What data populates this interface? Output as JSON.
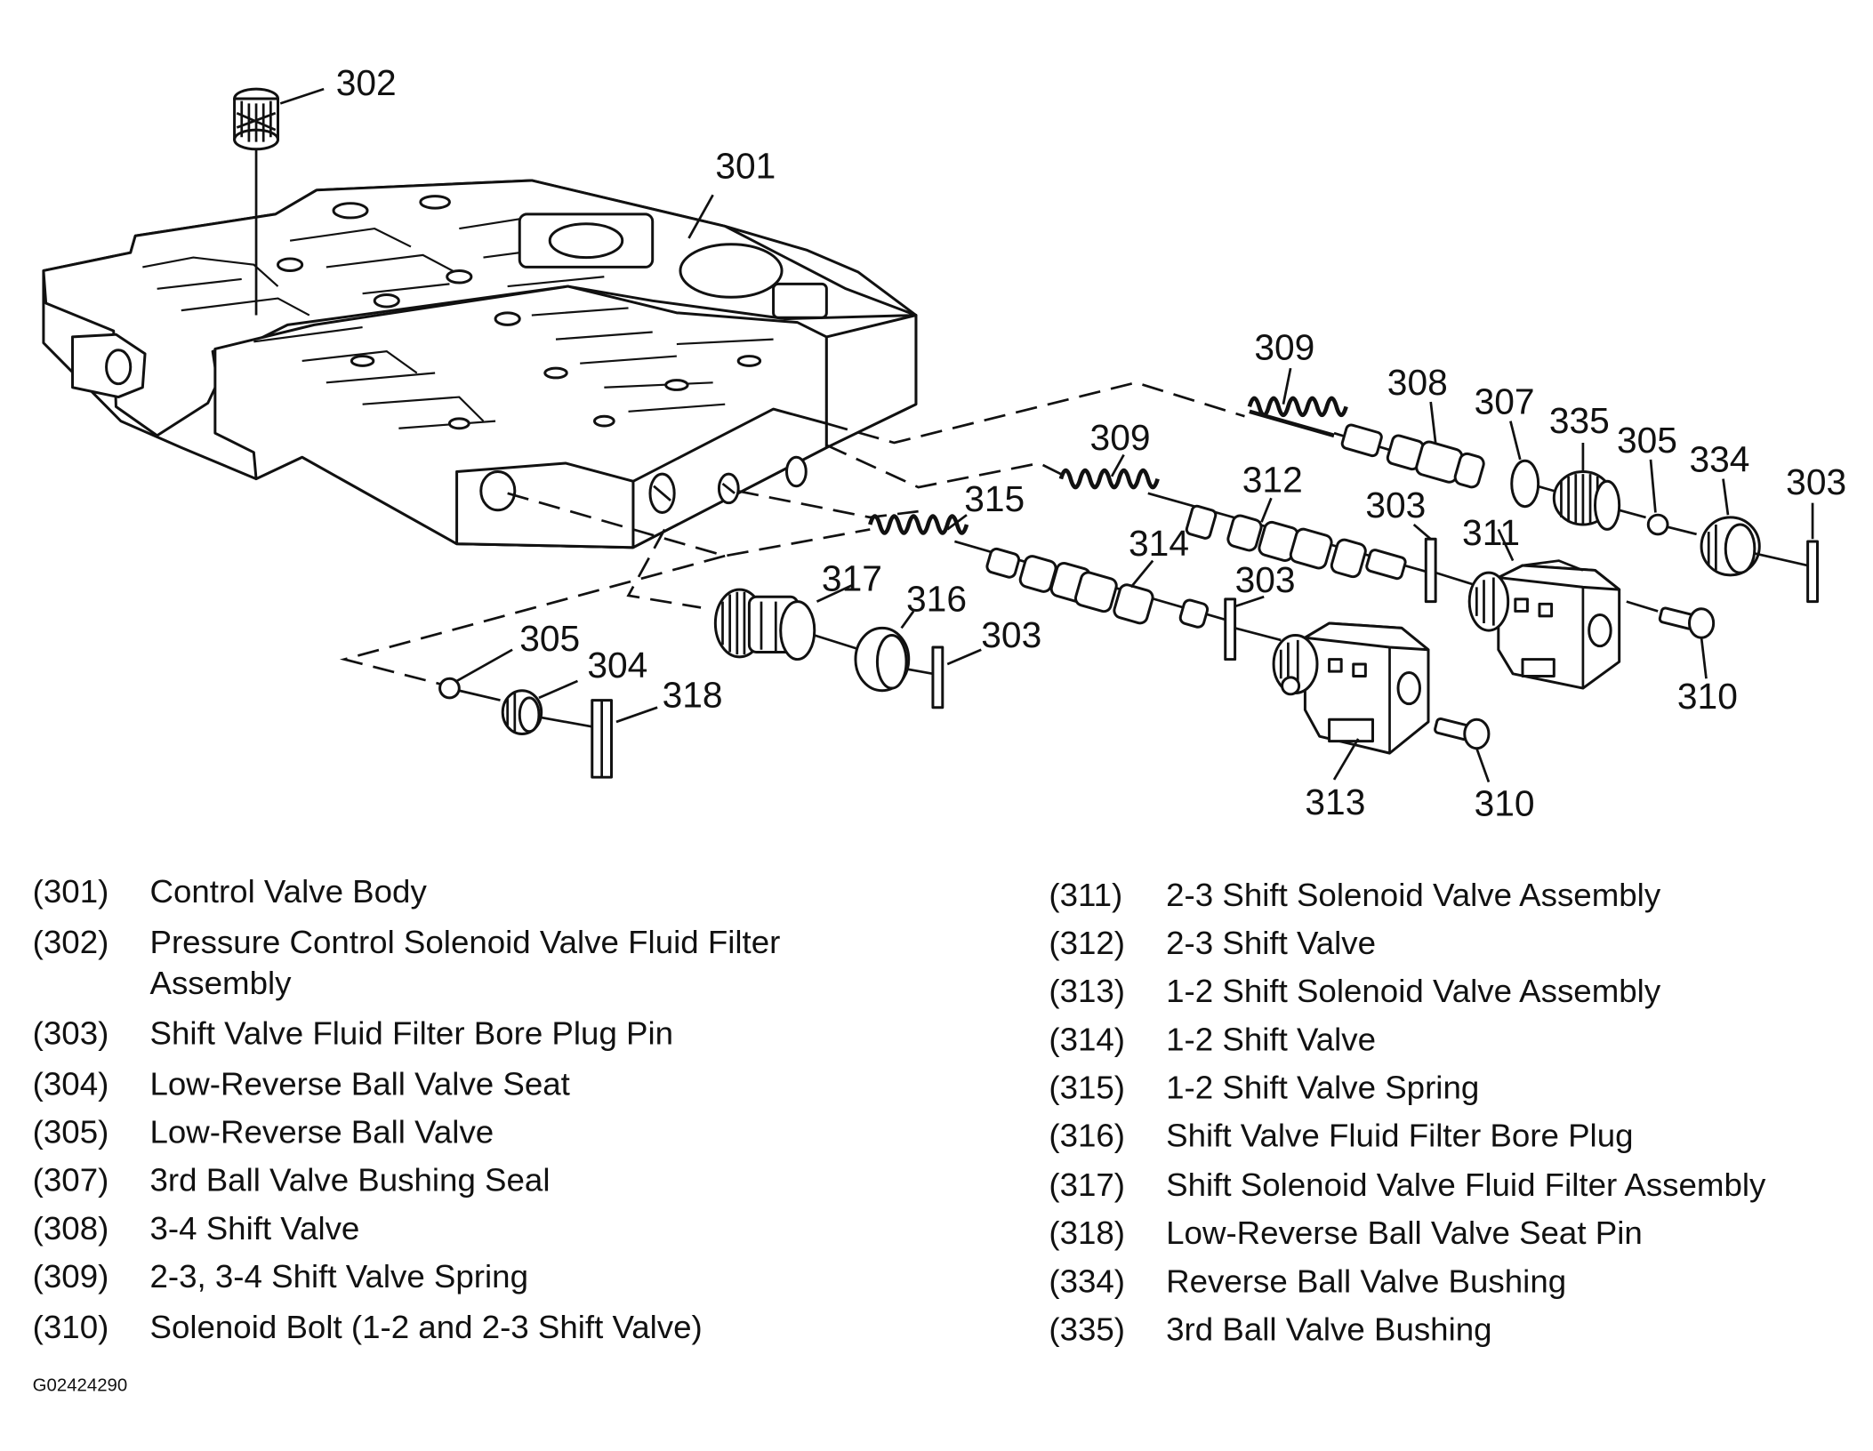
{
  "figure_id": "G02424290",
  "callouts": {
    "c302": "302",
    "c301": "301",
    "c309a": "309",
    "c308": "308",
    "c307": "307",
    "c335": "335",
    "c305a": "305",
    "c334": "334",
    "c303a": "303",
    "c309b": "309",
    "c312": "312",
    "c303b": "303",
    "c311": "311",
    "c315": "315",
    "c314": "314",
    "c303c": "303",
    "c317": "317",
    "c316": "316",
    "c303d": "303",
    "c305b": "305",
    "c304": "304",
    "c318": "318",
    "c310a": "310",
    "c313": "313",
    "c310b": "310"
  },
  "legend_left": [
    {
      "code": "(301)",
      "label": "Control Valve Body"
    },
    {
      "code": "(302)",
      "label": "Pressure Control Solenoid Valve Fluid Filter Assembly"
    },
    {
      "code": "(303)",
      "label": "Shift Valve Fluid Filter Bore Plug Pin"
    },
    {
      "code": "(304)",
      "label": "Low-Reverse Ball Valve Seat"
    },
    {
      "code": "(305)",
      "label": "Low-Reverse Ball Valve"
    },
    {
      "code": "(307)",
      "label": "3rd Ball Valve Bushing Seal"
    },
    {
      "code": "(308)",
      "label": "3-4 Shift Valve"
    },
    {
      "code": "(309)",
      "label": "2-3, 3-4 Shift Valve Spring"
    },
    {
      "code": "(310)",
      "label": "Solenoid Bolt (1-2 and 2-3 Shift Valve)"
    }
  ],
  "legend_right": [
    {
      "code": "(311)",
      "label": "2-3 Shift Solenoid Valve Assembly"
    },
    {
      "code": "(312)",
      "label": "2-3 Shift Valve"
    },
    {
      "code": "(313)",
      "label": "1-2 Shift Solenoid Valve Assembly"
    },
    {
      "code": "(314)",
      "label": "1-2 Shift Valve"
    },
    {
      "code": "(315)",
      "label": "1-2 Shift Valve Spring"
    },
    {
      "code": "(316)",
      "label": "Shift Valve Fluid Filter Bore Plug"
    },
    {
      "code": "(317)",
      "label": "Shift Solenoid Valve Fluid Filter Assembly"
    },
    {
      "code": "(318)",
      "label": "Low-Reverse Ball Valve Seat Pin"
    },
    {
      "code": "(334)",
      "label": "Reverse Ball Valve Bushing"
    },
    {
      "code": "(335)",
      "label": "3rd Ball Valve Bushing"
    }
  ]
}
